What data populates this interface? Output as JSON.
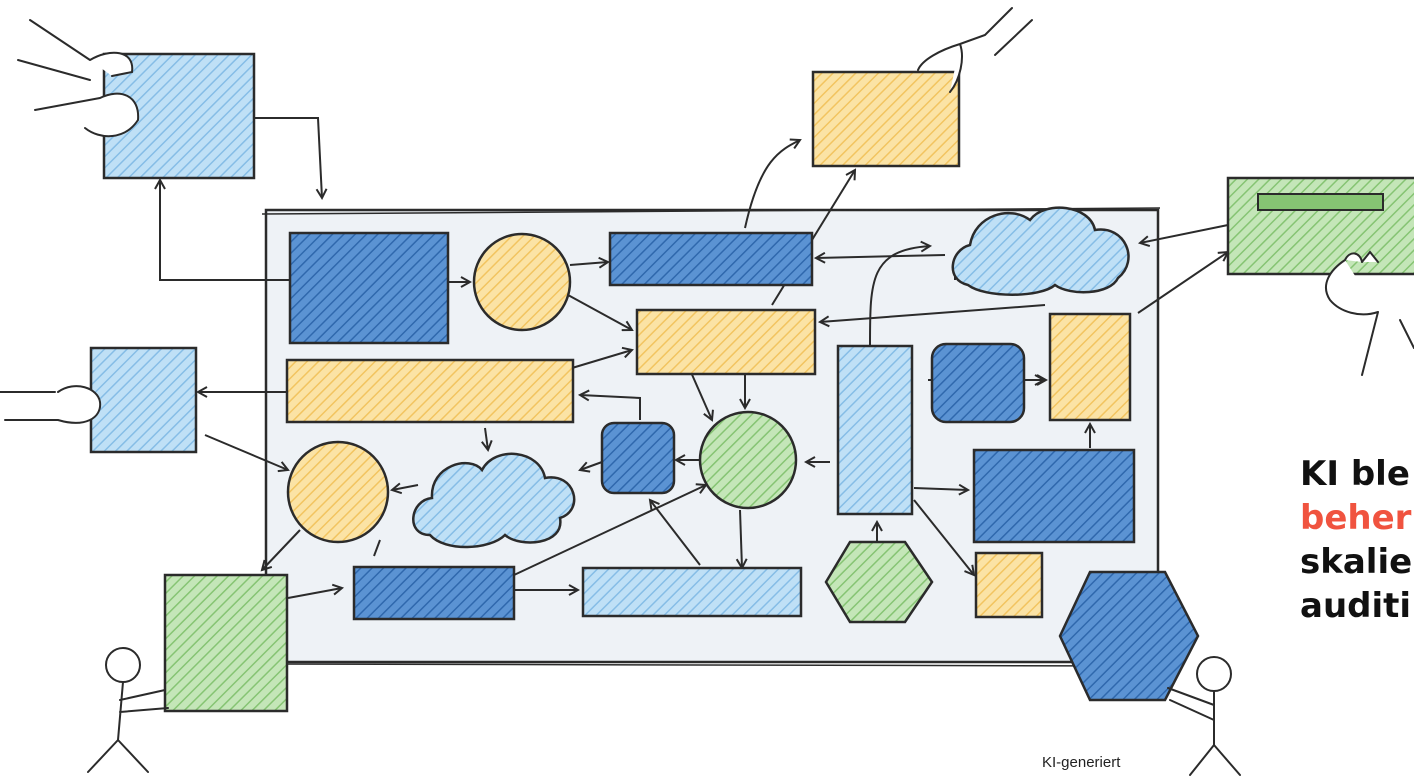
{
  "headline": {
    "line1": "KI ble",
    "line2": "beher",
    "line3": "skalie",
    "line4": "auditi"
  },
  "caption": "KI-generiert",
  "colors": {
    "blue_dark": "#3d79c0",
    "blue_light": "#9ccbee",
    "yellow": "#f7d27a",
    "green": "#9fd18f",
    "board": "#eef2f6",
    "ink": "#2b2b2b",
    "accent_red": "#f0533f"
  }
}
